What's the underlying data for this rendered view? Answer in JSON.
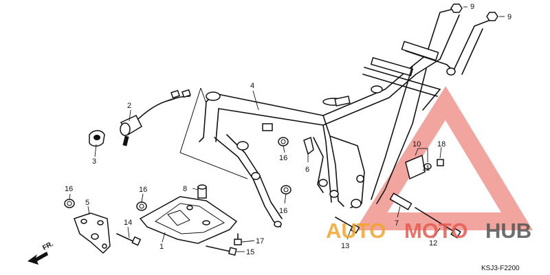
{
  "diagram_code": "KSJ3-F2200",
  "direction_label": "FR.",
  "watermark": {
    "word1": "AUTO",
    "word2": "MOTO",
    "word3": "HUB",
    "color1": "#f2a42a",
    "color2": "#e85a4f",
    "color3": "#555555",
    "triangle_color": "#e85a4f"
  },
  "callouts": [
    {
      "id": "c1",
      "label": "1"
    },
    {
      "id": "c2",
      "label": "2"
    },
    {
      "id": "c3",
      "label": "3"
    },
    {
      "id": "c4",
      "label": "4"
    },
    {
      "id": "c5",
      "label": "5"
    },
    {
      "id": "c6",
      "label": "6"
    },
    {
      "id": "c7",
      "label": "7"
    },
    {
      "id": "c8",
      "label": "8"
    },
    {
      "id": "c9a",
      "label": "9"
    },
    {
      "id": "c9b",
      "label": "9"
    },
    {
      "id": "c10",
      "label": "10"
    },
    {
      "id": "c11",
      "label": "11"
    },
    {
      "id": "c12",
      "label": "12"
    },
    {
      "id": "c13",
      "label": "13"
    },
    {
      "id": "c14",
      "label": "14"
    },
    {
      "id": "c15",
      "label": "15"
    },
    {
      "id": "c16a",
      "label": "16"
    },
    {
      "id": "c16b",
      "label": "16"
    },
    {
      "id": "c16c",
      "label": "16"
    },
    {
      "id": "c16d",
      "label": "16"
    },
    {
      "id": "c17",
      "label": "17"
    },
    {
      "id": "c18",
      "label": "18"
    }
  ]
}
